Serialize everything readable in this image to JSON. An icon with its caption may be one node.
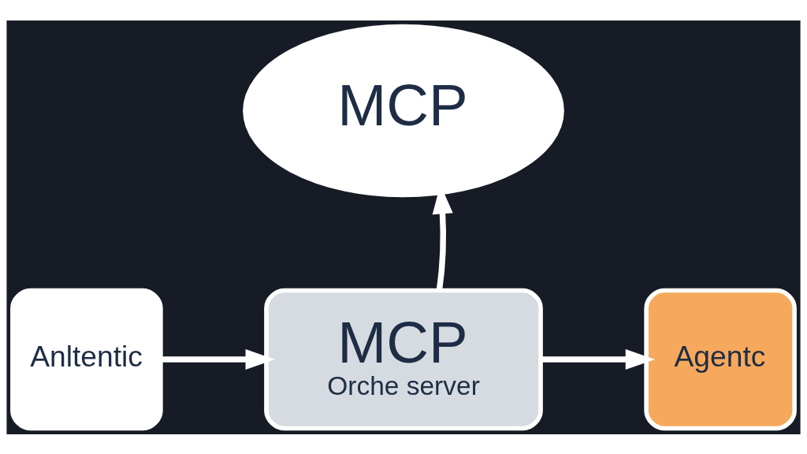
{
  "diagram": {
    "nodes": [
      {
        "text": [
          "MCP"
        ]
      },
      {
        "text": [
          "Anltentic"
        ]
      },
      {
        "text": [
          "MCP",
          "Orche server"
        ]
      },
      {
        "text": [
          "Agentc"
        ]
      }
    ],
    "edges": [
      {
        "from": 1,
        "to": 2,
        "arrow": "to"
      },
      {
        "from": 2,
        "to": 3,
        "arrow": "to"
      },
      {
        "from": 2,
        "to": 0,
        "arrow": "to"
      }
    ]
  }
}
